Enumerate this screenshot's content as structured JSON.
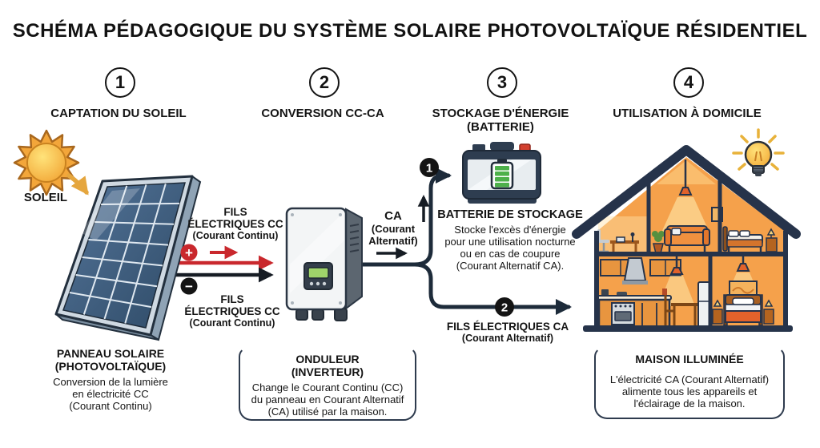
{
  "title": "SCHÉMA PÉDAGOGIQUE DU SYSTÈME SOLAIRE PHOTOVOLTAÏQUE RÉSIDENTIEL",
  "steps": [
    {
      "number": "1",
      "line1": "CAPTATION DU SOLEIL",
      "line2": ""
    },
    {
      "number": "2",
      "line1": "CONVERSION CC-CA",
      "line2": ""
    },
    {
      "number": "3",
      "line1": "STOCKAGE D'ÉNERGIE",
      "line2": "(BATTERIE)"
    },
    {
      "number": "4",
      "line1": "UTILISATION À DOMICILE",
      "line2": ""
    }
  ],
  "labels": {
    "sun": "SOLEIL",
    "dc_top": [
      "FILS",
      "ÉLECTRIQUES CC",
      "(Courant Continu)"
    ],
    "dc_bottom": [
      "FILS",
      "ÉLECTRIQUES CC",
      "(Courant Continu)"
    ],
    "plus": "+",
    "minus": "−",
    "ca": [
      "CA",
      "(Courant",
      "Alternatif)"
    ],
    "badge_battery": "1",
    "badge_house": "2",
    "ac_wire": [
      "FILS ÉLECTRIQUES CA",
      "(Courant Alternatif)"
    ]
  },
  "battery": {
    "title": "BATTERIE DE STOCKAGE",
    "lines": [
      "Stocke l'excès d'énergie",
      "pour une utilisation nocturne",
      "ou en cas de coupure",
      "(Courant Alternatif CA)."
    ]
  },
  "panel_box": {
    "title": [
      "PANNEAU SOLAIRE",
      "(PHOTOVOLTAÏQUE)"
    ],
    "lines": [
      "Conversion de la lumière",
      "en électricité CC",
      "(Courant Continu)"
    ]
  },
  "inverter_box": {
    "title": [
      "ONDULEUR",
      "(INVERTEUR)"
    ],
    "lines": [
      "Change le Courant Continu (CC)",
      "du panneau en Courant Alternatif",
      "(CA) utilisé par la maison."
    ]
  },
  "house_box": {
    "title": "MAISON ILLUMINÉE",
    "lines": [
      "L'électricité CA (Courant Alternatif)",
      "alimente tous les appareils et",
      "l'éclairage de la maison."
    ]
  },
  "colors": {
    "red": "#c9282d",
    "navy": "#26334a",
    "wire": "#1d2b3a",
    "sun_yellow": "#f3a63a",
    "battery_green": "#4db04a",
    "house_orange": "#f5a14b",
    "bulb_yellow": "#f7c948"
  }
}
